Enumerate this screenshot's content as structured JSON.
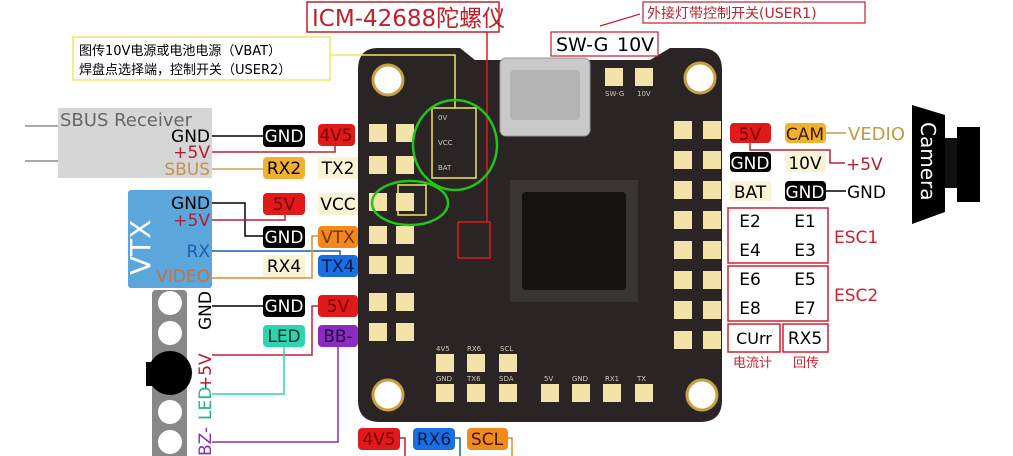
{
  "title_boxes": {
    "gyro": "ICM-42688陀螺仪",
    "user1": "外接灯带控制开关(USER1)",
    "sw_g": "SW-G",
    "ten_v": "10V",
    "note_line1": "图传10V电源或电池电源（VBAT）",
    "note_line2": "焊盘点选择端，控制开关（USER2）"
  },
  "sbus": {
    "title": "SBUS Receiver",
    "gnd": "GND",
    "plus5v": "+5V",
    "sbus": "SBUS"
  },
  "vtx": {
    "title": "VTX",
    "gnd": "GND",
    "plus5v": "+5V",
    "rx": "RX",
    "video": "VIDEO"
  },
  "led_strip": {
    "gnd": "GND",
    "plus5v": "+5V",
    "led": "LED",
    "bz": "BZ-"
  },
  "left_labels": {
    "r1a": "GND",
    "r1b": "4V5",
    "r2a": "RX2",
    "r2b": "TX2",
    "r3a": "5V",
    "r3b": "VCC",
    "r4a": "GND",
    "r4b": "VTX",
    "r5a": "RX4",
    "r5b": "TX4",
    "r6a": "GND",
    "r6b": "5V",
    "r7a": "LED",
    "r7b": "BB-"
  },
  "bottom_labels": {
    "a": "4V5",
    "b": "RX6",
    "c": "SCL"
  },
  "right_labels": {
    "r1a": "5V",
    "r1b": "CAM",
    "vedio": "VEDIO",
    "r2a": "GND",
    "r2b": "10V",
    "plus5v": "+5V",
    "r3a": "BAT",
    "r3b": "GND",
    "gnd": "GND",
    "e2": "E2",
    "e1": "E1",
    "e4": "E4",
    "e3": "E3",
    "esc1": "ESC1",
    "e6": "E6",
    "e5": "E5",
    "e8": "E8",
    "e7": "E7",
    "esc2": "ESC2",
    "curr": "CUrr",
    "rx5": "RX5",
    "curr_cn": "电流计",
    "rx5_cn": "回传"
  },
  "camera": {
    "label": "Camera"
  },
  "board_pads": {
    "left": [
      "GND",
      "4V5",
      "RX2",
      "TX2",
      "5V",
      "VCC",
      "GND",
      "VTX",
      "RX4",
      "TX4",
      "GND",
      "5V",
      "LED",
      "BB-"
    ],
    "right": [
      "5V",
      "CAM",
      "GND",
      "10V",
      "BAT",
      "GND",
      "E2",
      "E1",
      "E4",
      "E3",
      "E6",
      "E5",
      "E8",
      "E7",
      "CUrr",
      "RX5"
    ],
    "top": [
      "SW-G",
      "10V"
    ],
    "bottom_row1": [
      "4V5",
      "RX6",
      "SCL"
    ],
    "bottom_row2": [
      "GND",
      "TX6",
      "SDA",
      "5V",
      "GND",
      "RX1",
      "TX"
    ],
    "jumper": [
      "0V",
      "VCC",
      "BAT"
    ]
  },
  "colors": {
    "red": "#e01a1a",
    "orange": "#f08a1c",
    "blue": "#1a6fe0",
    "teal": "#2ed3b0",
    "purple": "#8a2cc0",
    "cream": "#fbf3d6",
    "board": "#2a2424",
    "pad": "#f3e3a8",
    "green": "#22c51a",
    "yellow": "#f0e860"
  }
}
